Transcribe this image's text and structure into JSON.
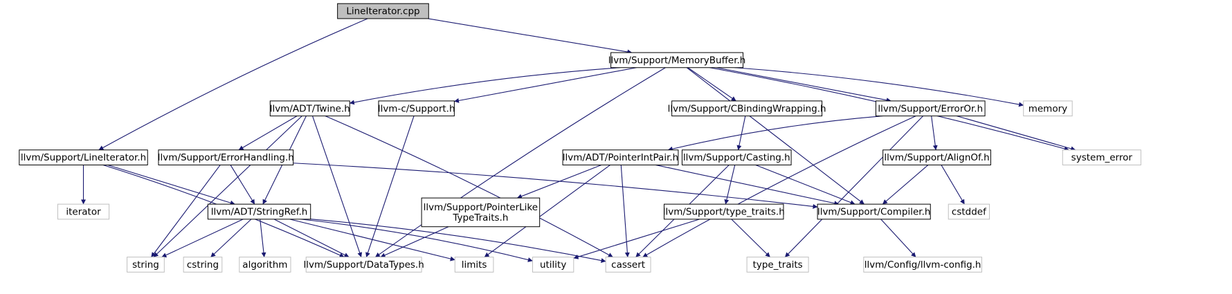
{
  "colors": {
    "edge": "#191970",
    "header_border": "#000000",
    "system_border": "#bfbfbf",
    "root_fill": "#bfbfbf",
    "node_fill": "#ffffff"
  },
  "nodes": [
    {
      "id": "root",
      "label": "LineIterator.cpp",
      "kind": "root"
    },
    {
      "id": "memorybuffer",
      "label": "llvm/Support/MemoryBuffer.h",
      "kind": "header"
    },
    {
      "id": "twine",
      "label": "llvm/ADT/Twine.h",
      "kind": "header"
    },
    {
      "id": "csupport",
      "label": "llvm-c/Support.h",
      "kind": "header"
    },
    {
      "id": "cbinding",
      "label": "llvm/Support/CBindingWrapping.h",
      "kind": "header"
    },
    {
      "id": "erroror",
      "label": "llvm/Support/ErrorOr.h",
      "kind": "header"
    },
    {
      "id": "memory",
      "label": "memory",
      "kind": "system"
    },
    {
      "id": "lineiterator",
      "label": "llvm/Support/LineIterator.h",
      "kind": "header"
    },
    {
      "id": "errorhandling",
      "label": "llvm/Support/ErrorHandling.h",
      "kind": "header"
    },
    {
      "id": "pointerintpair",
      "label": "llvm/ADT/PointerIntPair.h",
      "kind": "header"
    },
    {
      "id": "casting",
      "label": "llvm/Support/Casting.h",
      "kind": "header"
    },
    {
      "id": "alignof",
      "label": "llvm/Support/AlignOf.h",
      "kind": "header"
    },
    {
      "id": "system_error",
      "label": "system_error",
      "kind": "system"
    },
    {
      "id": "iterator",
      "label": "iterator",
      "kind": "system"
    },
    {
      "id": "stringref",
      "label": "llvm/ADT/StringRef.h",
      "kind": "header"
    },
    {
      "id": "pointerlike",
      "label": "llvm/Support/PointerLike\nTypeTraits.h",
      "kind": "header"
    },
    {
      "id": "typetraits_h",
      "label": "llvm/Support/type_traits.h",
      "kind": "header"
    },
    {
      "id": "compiler",
      "label": "llvm/Support/Compiler.h",
      "kind": "header"
    },
    {
      "id": "cstddef",
      "label": "cstddef",
      "kind": "system"
    },
    {
      "id": "string",
      "label": "string",
      "kind": "system"
    },
    {
      "id": "cstring",
      "label": "cstring",
      "kind": "system"
    },
    {
      "id": "algorithm",
      "label": "algorithm",
      "kind": "system"
    },
    {
      "id": "datatypes",
      "label": "llvm/Support/DataTypes.h",
      "kind": "system"
    },
    {
      "id": "limits",
      "label": "limits",
      "kind": "system"
    },
    {
      "id": "utility",
      "label": "utility",
      "kind": "system"
    },
    {
      "id": "cassert",
      "label": "cassert",
      "kind": "system"
    },
    {
      "id": "type_traits",
      "label": "type_traits",
      "kind": "system"
    },
    {
      "id": "llvmconfig",
      "label": "llvm/Config/llvm-config.h",
      "kind": "system"
    }
  ],
  "edges": [
    [
      "root",
      "memorybuffer"
    ],
    [
      "root",
      "lineiterator"
    ],
    [
      "memorybuffer",
      "twine"
    ],
    [
      "memorybuffer",
      "csupport"
    ],
    [
      "memorybuffer",
      "cbinding"
    ],
    [
      "memorybuffer",
      "erroror"
    ],
    [
      "memorybuffer",
      "memory"
    ],
    [
      "memorybuffer",
      "system_error"
    ],
    [
      "memorybuffer",
      "datatypes"
    ],
    [
      "memorybuffer",
      "compiler"
    ],
    [
      "twine",
      "errorhandling"
    ],
    [
      "twine",
      "stringref"
    ],
    [
      "twine",
      "string"
    ],
    [
      "twine",
      "datatypes"
    ],
    [
      "twine",
      "cassert"
    ],
    [
      "csupport",
      "datatypes"
    ],
    [
      "cbinding",
      "casting"
    ],
    [
      "erroror",
      "pointerintpair"
    ],
    [
      "erroror",
      "alignof"
    ],
    [
      "erroror",
      "system_error"
    ],
    [
      "erroror",
      "cassert"
    ],
    [
      "erroror",
      "type_traits"
    ],
    [
      "lineiterator",
      "iterator"
    ],
    [
      "lineiterator",
      "stringref"
    ],
    [
      "lineiterator",
      "datatypes"
    ],
    [
      "errorhandling",
      "stringref"
    ],
    [
      "errorhandling",
      "string"
    ],
    [
      "errorhandling",
      "compiler"
    ],
    [
      "pointerintpair",
      "pointerlike"
    ],
    [
      "pointerintpair",
      "compiler"
    ],
    [
      "pointerintpair",
      "limits"
    ],
    [
      "pointerintpair",
      "cassert"
    ],
    [
      "casting",
      "typetraits_h"
    ],
    [
      "casting",
      "compiler"
    ],
    [
      "casting",
      "cassert"
    ],
    [
      "alignof",
      "compiler"
    ],
    [
      "alignof",
      "cstddef"
    ],
    [
      "stringref",
      "string"
    ],
    [
      "stringref",
      "cstring"
    ],
    [
      "stringref",
      "algorithm"
    ],
    [
      "stringref",
      "datatypes"
    ],
    [
      "stringref",
      "limits"
    ],
    [
      "stringref",
      "utility"
    ],
    [
      "stringref",
      "cassert"
    ],
    [
      "pointerlike",
      "datatypes"
    ],
    [
      "typetraits_h",
      "utility"
    ],
    [
      "typetraits_h",
      "type_traits"
    ],
    [
      "compiler",
      "llvmconfig"
    ]
  ]
}
